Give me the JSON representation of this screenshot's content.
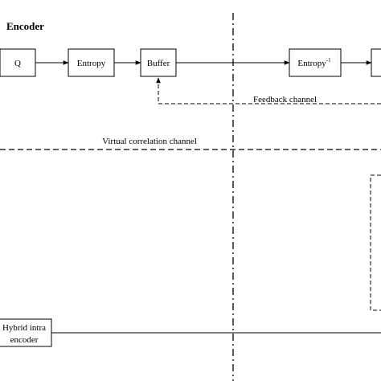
{
  "encoder_title": "Encoder",
  "blocks": {
    "q": "Q",
    "entropy": "Entropy",
    "buffer": "Buffer",
    "entropy_inverse_base": "Entropy",
    "entropy_inverse_sup": "-1",
    "hybrid_intra_line1": "Hybrid intra",
    "hybrid_intra_line2": "encoder"
  },
  "channels": {
    "feedback": "Feedback channel",
    "virtual_correlation": "Virtual correlation channel"
  }
}
